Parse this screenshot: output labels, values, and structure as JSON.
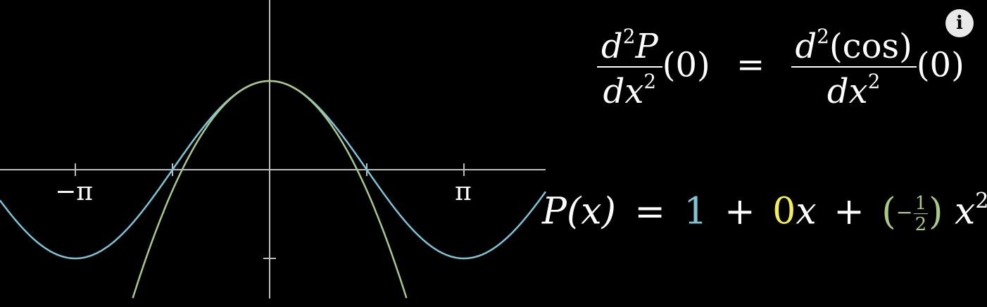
{
  "colors": {
    "background": "#000000",
    "axes": "#bdbdbd",
    "cosine": "#7ec3d6",
    "approximation": "#a8c98a",
    "constant_term": "#7ec3d6",
    "linear_term": "#f2ee5a",
    "quadratic_term": "#a8c98a"
  },
  "graph": {
    "tick_labels": {
      "neg_pi": "−π",
      "pi": "π"
    }
  },
  "equation_top": {
    "lhs_num_d": "d",
    "lhs_num_sup": "2",
    "lhs_num_var": "P",
    "lhs_den": "dx",
    "lhs_den_sup": "2",
    "lhs_arg": "(0)",
    "equals": "=",
    "rhs_num_d": "d",
    "rhs_num_sup": "2",
    "rhs_num_fn": "(cos)",
    "rhs_den": "dx",
    "rhs_den_sup": "2",
    "rhs_arg": "(0)"
  },
  "equation_bottom": {
    "lhs": "P(x)",
    "equals": "=",
    "c0": "1",
    "plus1": "+",
    "c1": "0",
    "x1": "x",
    "plus2": "+",
    "paren_open": "(",
    "minus": "−",
    "c2_num": "1",
    "c2_den": "2",
    "paren_close": ")",
    "x2": "x",
    "x2_sup": "2"
  },
  "info_button": {
    "icon": "info-icon",
    "label": "i"
  }
}
